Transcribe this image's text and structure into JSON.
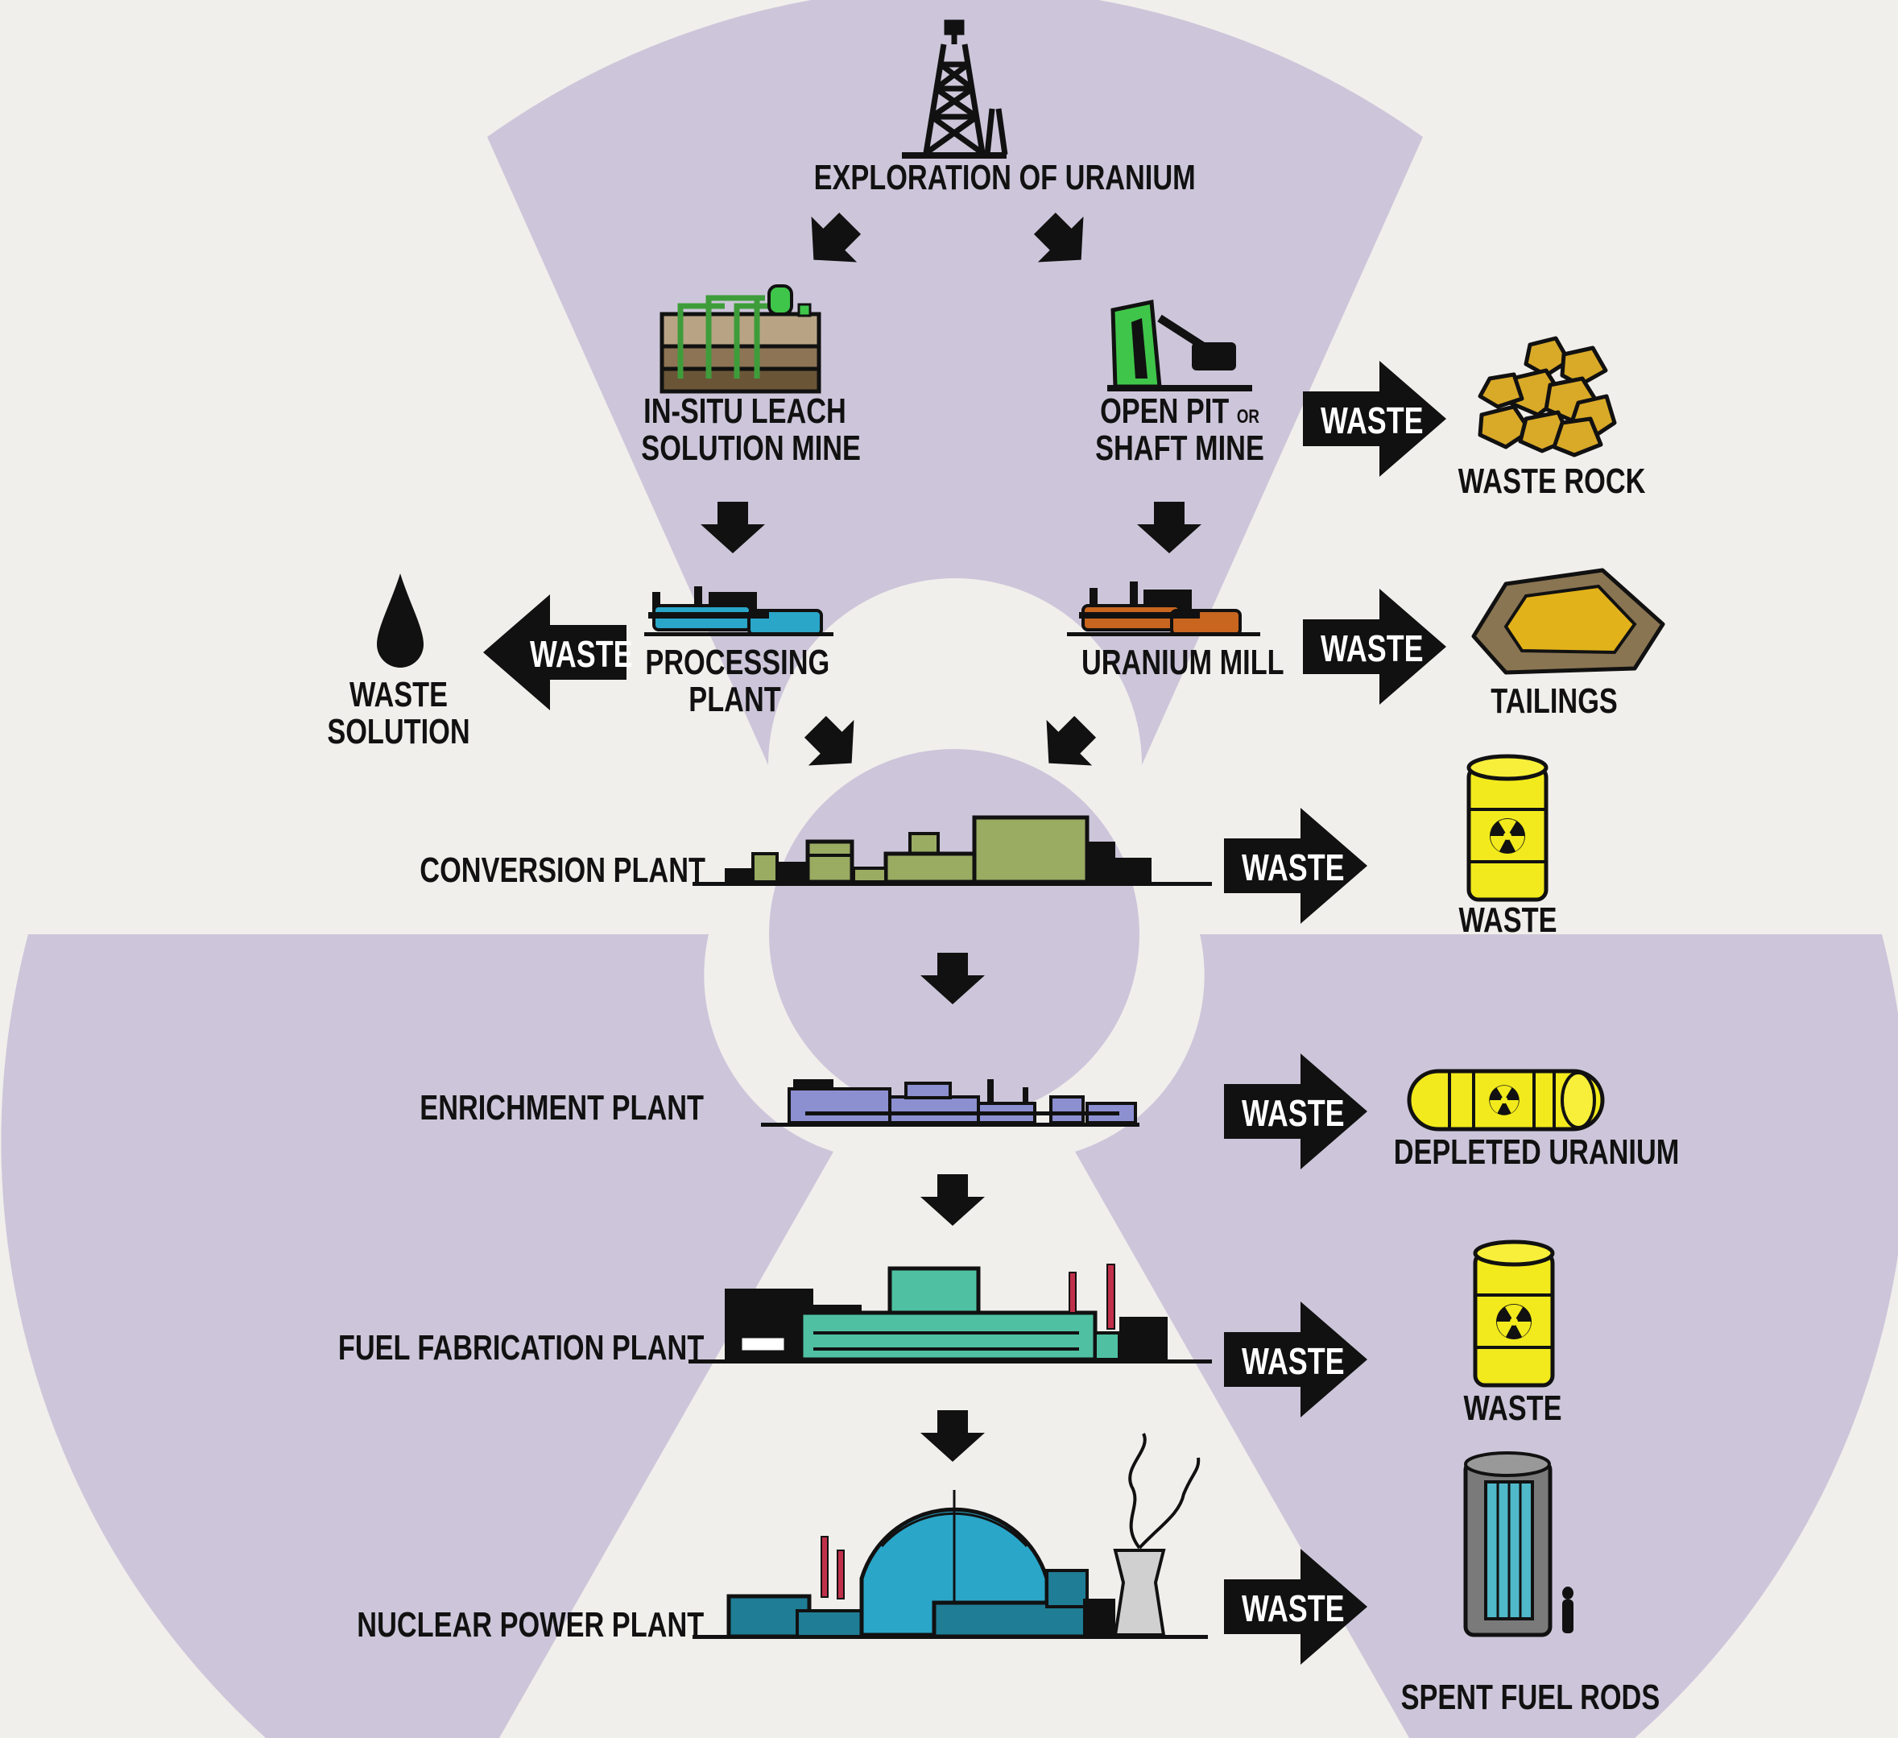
{
  "diagram": {
    "colors": {
      "background": "#f1efec",
      "trefoil": "#cdc6da",
      "ink": "#111111",
      "barrel": "#f2ea1c",
      "waste_rock": "#d9a928",
      "tailings": "#e2b21a",
      "conversion": "#9aab62",
      "enrichment": "#8c8fd0",
      "fabrication": "#4fc1a2",
      "reactor": "#2aa6c9"
    },
    "steps": {
      "exploration": "EXPLORATION OF URANIUM",
      "insitu_line1": "IN-SITU LEACH",
      "insitu_line2": "SOLUTION MINE",
      "openpit_main": "OPEN PIT",
      "openpit_or": "OR",
      "openpit_line2": "SHAFT MINE",
      "processing_line1": "PROCESSING",
      "processing_line2": "PLANT",
      "uranium_mill": "URANIUM MILL",
      "conversion": "CONVERSION PLANT",
      "enrichment": "ENRICHMENT PLANT",
      "fuel_fabrication": "FUEL FABRICATION PLANT",
      "nuclear_power": "NUCLEAR POWER PLANT"
    },
    "waste_arrow_label": "WASTE",
    "waste_products": {
      "waste_rock": "WASTE ROCK",
      "waste_solution_line1": "WASTE",
      "waste_solution_line2": "SOLUTION",
      "tailings": "TAILINGS",
      "conversion_waste": "WASTE",
      "depleted_uranium": "DEPLETED URANIUM",
      "fabrication_waste": "WASTE",
      "spent_fuel_rods": "SPENT FUEL RODS"
    }
  }
}
